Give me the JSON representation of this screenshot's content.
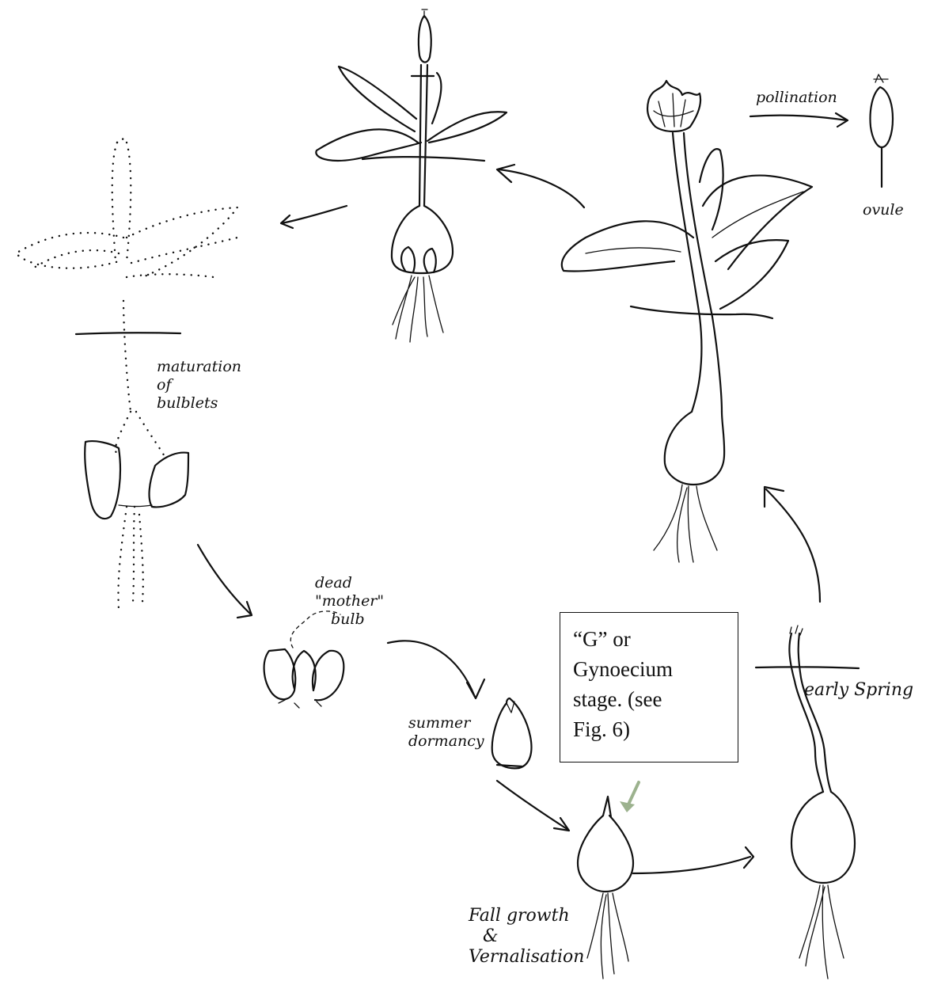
{
  "labels": {
    "pollination": "pollination",
    "ovule": "ovule",
    "maturation_line1": "maturation",
    "maturation_line2": "of",
    "maturation_line3": "bulblets",
    "dead_line1": "dead",
    "dead_line2": "\"mother\"",
    "dead_line3": "bulb",
    "summer_line1": "summer",
    "summer_line2": "dormancy",
    "early_spring": "early Spring",
    "fall_line1": "Fall growth",
    "fall_line2": "&",
    "fall_line3": "Vernalisation"
  },
  "callout": {
    "line1": "“G” or",
    "line2": "Gynoecium",
    "line3": "stage. (see",
    "line4": "Fig. 6)"
  },
  "colors": {
    "ink": "#111111",
    "callout_arrow": "#9cb28e"
  }
}
